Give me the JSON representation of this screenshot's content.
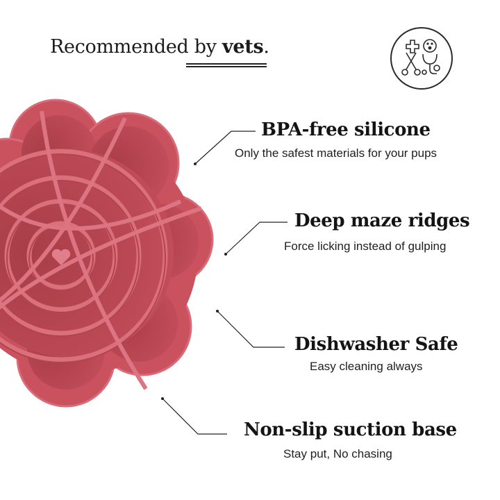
{
  "header": {
    "prefix": "Recommended by ",
    "emphasis": "vets",
    "suffix": "."
  },
  "badge": {
    "icon": "veterinary-tools-icon"
  },
  "product": {
    "icon": "flower-slow-feeder-bowl",
    "color": "#c9525e"
  },
  "features": [
    {
      "title": "BPA-free silicone",
      "subtitle": "Only the safest materials for your pups"
    },
    {
      "title": "Deep maze ridges",
      "subtitle": "Force licking instead of gulping"
    },
    {
      "title": "Dishwasher Safe",
      "subtitle": "Easy cleaning always"
    },
    {
      "title": "Non-slip suction base",
      "subtitle": "Stay put, No chasing"
    }
  ]
}
